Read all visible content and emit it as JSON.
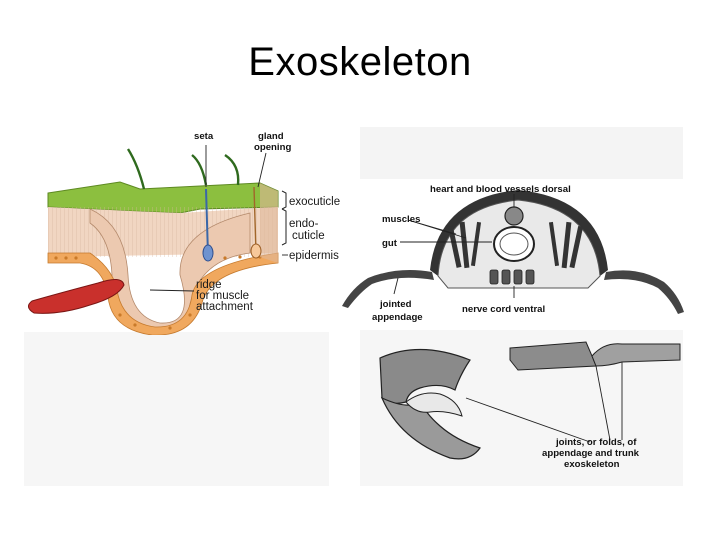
{
  "slide": {
    "title": "Exoskeleton"
  },
  "cuticle_diagram": {
    "labels": {
      "seta": "seta",
      "gland_1": "gland",
      "gland_2": "opening",
      "exocuticle": "exocuticle",
      "endo_1": "endo-",
      "endo_2": "cuticle",
      "epidermis": "epidermis",
      "ridge_1": "ridge",
      "ridge_2": "for muscle",
      "ridge_3": "attachment"
    },
    "colors": {
      "exocuticle": "#8cbf3f",
      "endocuticle": "#f1d6c2",
      "epidermis": "#f0a85e",
      "muscle": "#c9302c"
    }
  },
  "cross_section_diagram": {
    "labels": {
      "heart": "heart and blood vessels dorsal",
      "muscles": "muscles",
      "gut": "gut",
      "jointed_1": "jointed",
      "jointed_2": "appendage",
      "nerve": "nerve cord ventral"
    }
  },
  "joint_diagram": {
    "labels": {
      "joints_1": "joints, or folds, of",
      "joints_2": "appendage and trunk",
      "joints_3": "exoskeleton"
    }
  }
}
